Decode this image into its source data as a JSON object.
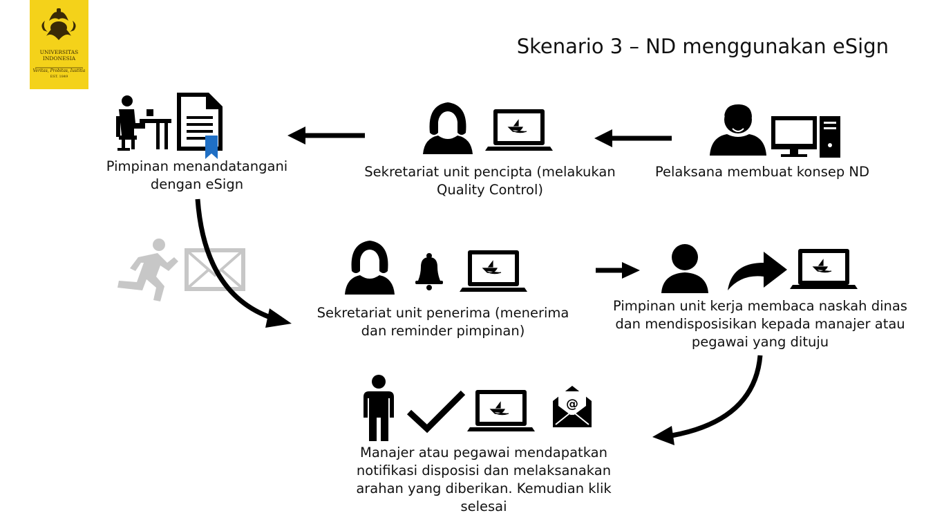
{
  "slide": {
    "title": "Skenario 3 – ND menggunakan eSign"
  },
  "logo": {
    "line1": "UNIVERSITAS",
    "line2": "INDONESIA",
    "motto": "Veritas, Probitas, Iustitia",
    "est": "EST. 1849",
    "color": "#f4d21a"
  },
  "steps": {
    "pelaksana": "Pelaksana membuat konsep ND",
    "sekretariat_pencipta": "Sekretariat unit pencipta (melakukan Quality Control)",
    "pimpinan": "Pimpinan menandatangani dengan eSign",
    "sekretariat_penerima": "Sekretariat unit penerima (menerima dan reminder pimpinan)",
    "pimpinan_unit": "Pimpinan unit kerja membaca naskah dinas dan mendisposisikan kepada manajer atau pegawai yang dituju",
    "manajer": "Manajer atau pegawai mendapatkan notifikasi disposisi dan melaksanakan arahan yang diberikan. Kemudian klik selesai"
  },
  "icons": {
    "ribbon_color": "#1f6fc4",
    "faded_color": "#c7c7c7"
  }
}
